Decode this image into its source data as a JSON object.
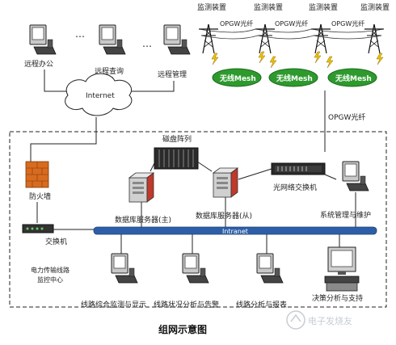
{
  "labels": {
    "remote_office": "远程办公",
    "remote_query": "远程查询",
    "remote_manage": "远程管理",
    "ellipsis": "…",
    "internet": "Internet",
    "monitor_device": "监测装置",
    "opgw_fiber": "OPGW光纤",
    "wireless_mesh": "无线Mesh",
    "opgw_fiber_down": "OPGW光纤",
    "disk_array": "磁盘阵列",
    "firewall": "防火墙",
    "db_server_main": "数据库服务器(主)",
    "db_server_backup": "数据库服务器(从)",
    "optical_switch": "光网络交换机",
    "system_mgmt": "系统管理与维护",
    "switch": "交换机",
    "intranet": "Intranet",
    "control_center_line1": "电力传输线路",
    "control_center_line2": "监控中心",
    "ws_line_monitor": "线路综合监测与显示",
    "ws_line_status": "线路状况分析与告警",
    "ws_line_report": "线路分析与报表",
    "ws_decision": "决策分析与支持",
    "caption": "组网示意图",
    "watermark": "电子发烧友"
  },
  "colors": {
    "line": "#222222",
    "bus": "#2d5fa8",
    "mesh_fill": "#2e9a2e",
    "lightning": "#f2c200",
    "server": "#c0392b",
    "firewall": "#d86b1f"
  }
}
